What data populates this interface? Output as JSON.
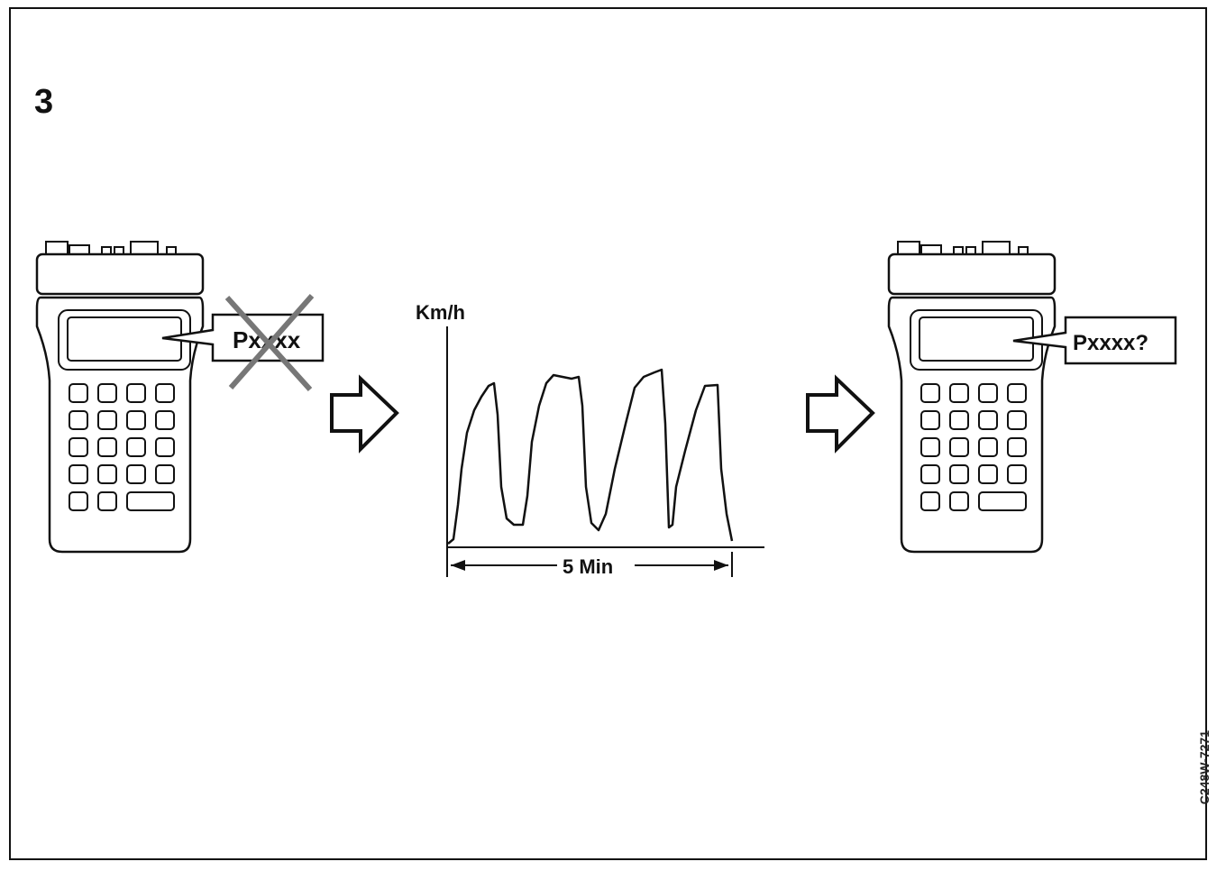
{
  "figure": {
    "step_number": "3",
    "reference_code": "C248W-7271"
  },
  "left_tester": {
    "bubble_text": "Pxxxx",
    "crossed_out": true
  },
  "speed_chart": {
    "y_label": "Km/h",
    "duration_label": "5 Min"
  },
  "right_tester": {
    "bubble_text": "Pxxxx?"
  },
  "colors": {
    "ink": "#111111",
    "cross": "#777777",
    "background": "#ffffff"
  }
}
